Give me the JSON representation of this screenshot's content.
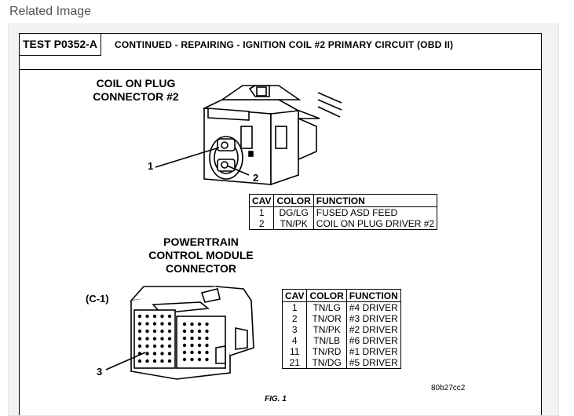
{
  "related_label": "Related Image",
  "header": {
    "test_id": "TEST P0352-A",
    "title": "CONTINUED - REPAIRING - IGNITION COIL #2 PRIMARY CIRCUIT (OBD II)"
  },
  "coil_connector": {
    "label_line1": "COIL ON PLUG",
    "label_line2": "CONNECTOR #2",
    "callout_1": "1",
    "callout_2": "2",
    "columns": [
      "CAV",
      "COLOR",
      "FUNCTION"
    ],
    "rows": [
      [
        "1",
        "DG/LG",
        "FUSED ASD FEED"
      ],
      [
        "2",
        "TN/PK",
        "COIL ON PLUG DRIVER #2"
      ]
    ]
  },
  "pcm_connector": {
    "label_line1": "POWERTRAIN",
    "label_line2": "CONTROL MODULE",
    "label_line3": "CONNECTOR",
    "connector_id": "(C-1)",
    "callout_3": "3",
    "columns": [
      "CAV",
      "COLOR",
      "FUNCTION"
    ],
    "rows": [
      [
        "1",
        "TN/LG",
        "#4 DRIVER"
      ],
      [
        "2",
        "TN/OR",
        "#3 DRIVER"
      ],
      [
        "3",
        "TN/PK",
        "#2 DRIVER"
      ],
      [
        "4",
        "TN/LB",
        "#6 DRIVER"
      ],
      [
        "11",
        "TN/RD",
        "#1 DRIVER"
      ],
      [
        "21",
        "TN/DG",
        "#5 DRIVER"
      ]
    ]
  },
  "figure_label": "FIG. 1",
  "figure_code": "80b27cc2"
}
